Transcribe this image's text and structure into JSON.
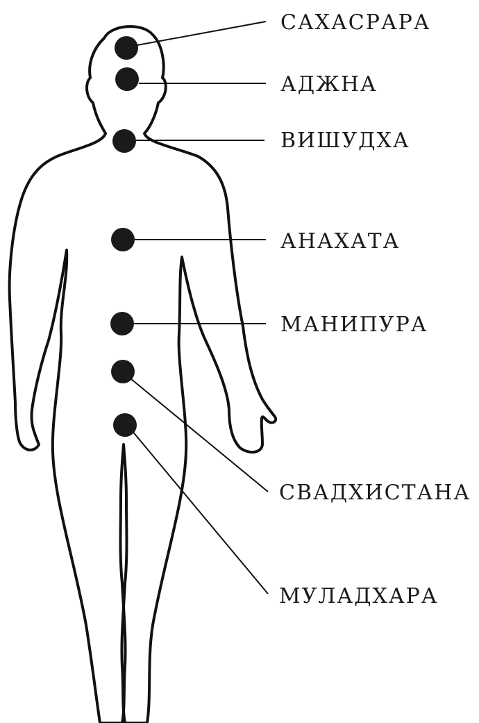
{
  "colors": {
    "ink": "#111111",
    "background": "#ffffff"
  },
  "chakras": [
    {
      "id": "sahasrara",
      "label": "САХАСРАРА"
    },
    {
      "id": "ajna",
      "label": "АДЖНА"
    },
    {
      "id": "vishuddha",
      "label": "ВИШУДХА"
    },
    {
      "id": "anahata",
      "label": "АНАХАТА"
    },
    {
      "id": "manipura",
      "label": "МАНИПУРА"
    },
    {
      "id": "svadhisthana",
      "label": "СВАДХИСТАНА"
    },
    {
      "id": "muladhara",
      "label": "МУЛАДХАРА"
    }
  ]
}
